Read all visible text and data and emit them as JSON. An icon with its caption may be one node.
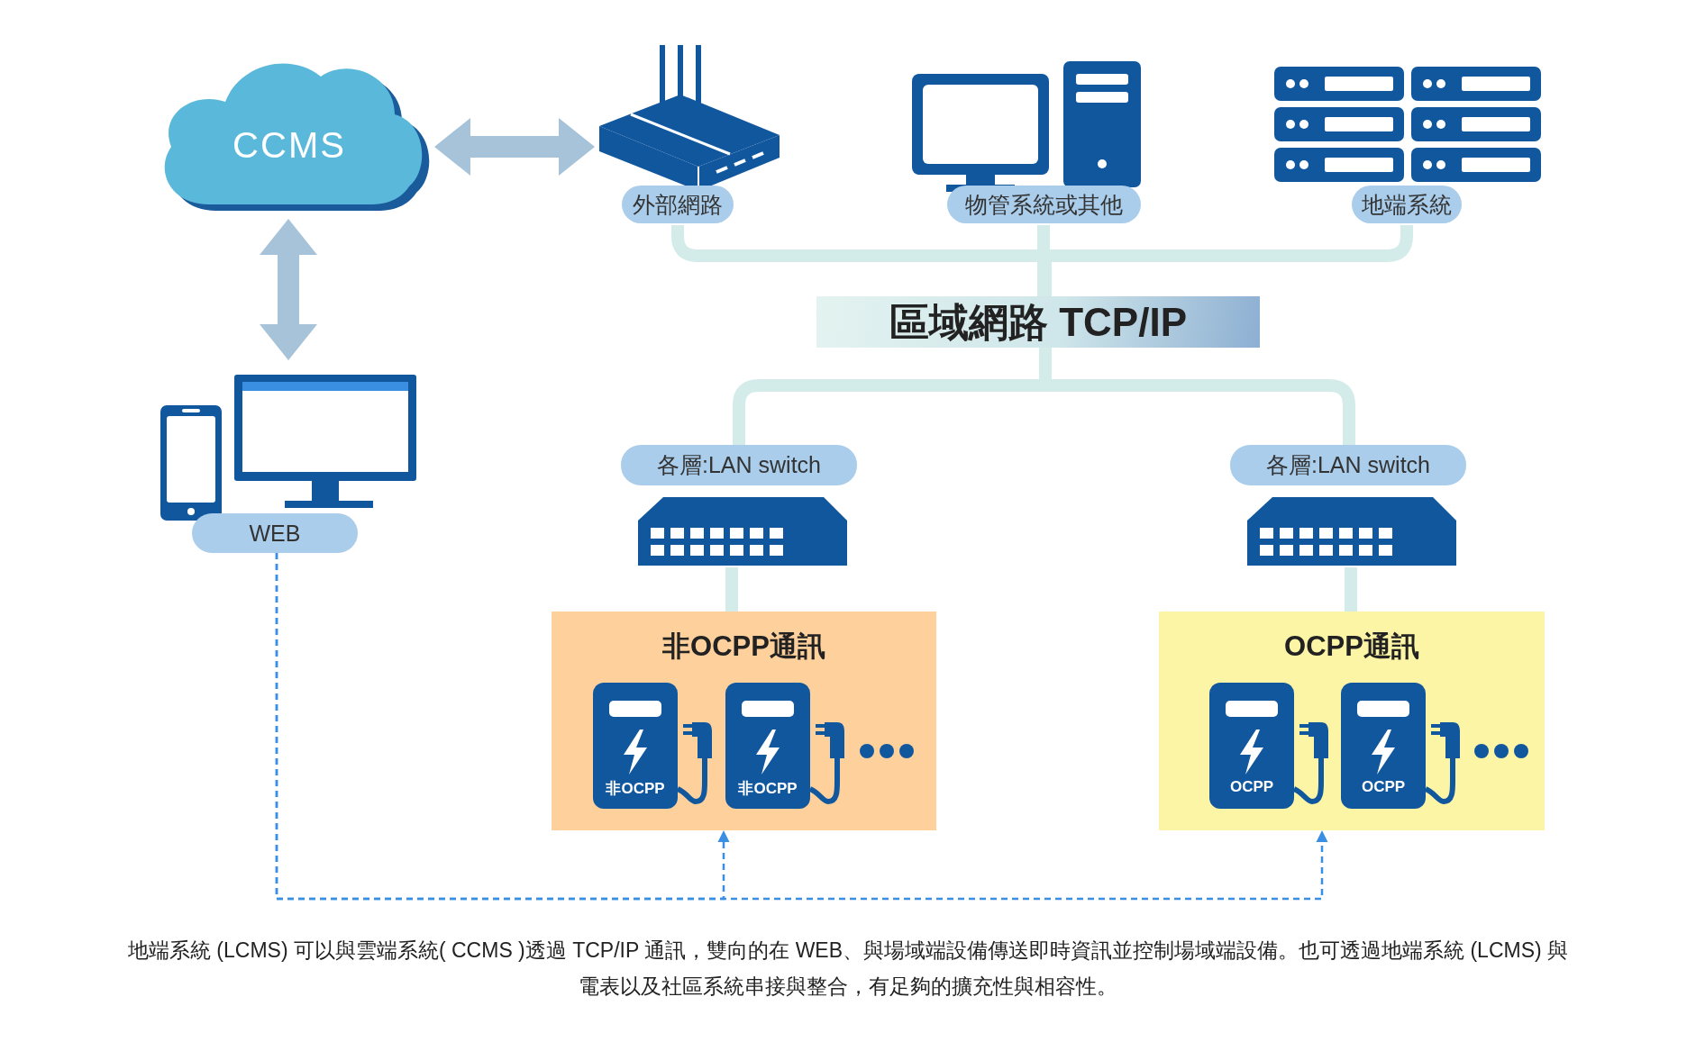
{
  "diagram": {
    "caption": "地端系統 (LCMS) 可以與雲端系統( CCMS )透過 TCP/IP 通訊，雙向的在 WEB、與場域端設備傳送即時資訊並控制場域端設備。也可透過地端系統 (LCMS) 與電表以及社區系統串接與整合，有足夠的擴充性與相容性。",
    "nodes": [
      {
        "text": [
          "CCMS"
        ]
      },
      {
        "text": [
          "外部網路"
        ]
      },
      {
        "text": [
          "物管系統或其他"
        ]
      },
      {
        "text": [
          "地端系統"
        ]
      },
      {
        "text": [
          "區域網路 TCP/IP"
        ]
      },
      {
        "text": [
          "各層:LAN switch"
        ]
      },
      {
        "text": [
          "各層:LAN switch"
        ]
      },
      {
        "text": [
          "非OCPP通訊"
        ]
      },
      {
        "text": [
          "非OCPP"
        ],
        "in": 7
      },
      {
        "text": [
          "非OCPP"
        ],
        "in": 7
      },
      {
        "text": [
          "OCPP通訊"
        ]
      },
      {
        "text": [
          "OCPP"
        ],
        "in": 10
      },
      {
        "text": [
          "OCPP"
        ],
        "in": 10
      },
      {
        "text": [
          "WEB"
        ]
      }
    ],
    "edges": [
      {
        "from": 0,
        "to": 1,
        "arrow": "both",
        "color": "#a7c3d9"
      },
      {
        "from": 0,
        "to": 13,
        "arrow": "both",
        "color": "#a7c3d9"
      },
      {
        "from": 1,
        "to": 4,
        "arrow": "none"
      },
      {
        "from": 2,
        "to": 4,
        "arrow": "none"
      },
      {
        "from": 3,
        "to": 4,
        "arrow": "none"
      },
      {
        "from": 4,
        "to": 5,
        "arrow": "none"
      },
      {
        "from": 4,
        "to": 6,
        "arrow": "none"
      },
      {
        "from": 5,
        "to": 7,
        "arrow": "none"
      },
      {
        "from": 6,
        "to": 10,
        "arrow": "none"
      },
      {
        "from": 13,
        "to": 7,
        "arrow": "to",
        "style": "dashed",
        "color": "#3b8fe3"
      },
      {
        "from": 13,
        "to": 10,
        "arrow": "to",
        "style": "dashed",
        "color": "#3b8fe3"
      }
    ]
  }
}
